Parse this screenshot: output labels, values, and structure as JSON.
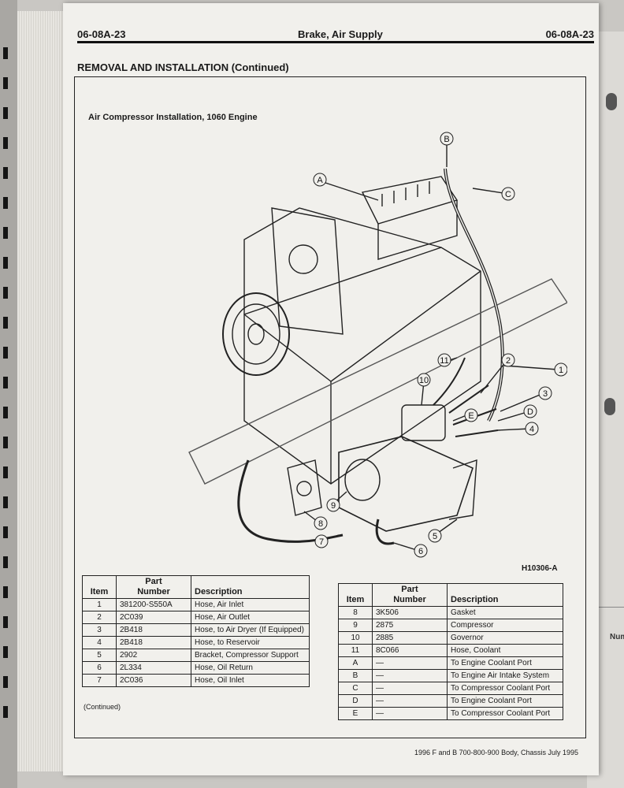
{
  "header": {
    "code_left": "06-08A-23",
    "title": "Brake, Air Supply",
    "code_right": "06-08A-23"
  },
  "section_title": "REMOVAL AND INSTALLATION (Continued)",
  "figure": {
    "title": "Air Compressor Installation, 1060 Engine",
    "code": "H10306-A",
    "letter_callouts": [
      "A",
      "B",
      "C",
      "D",
      "E"
    ],
    "number_callouts": [
      "1",
      "2",
      "3",
      "4",
      "5",
      "6",
      "7",
      "8",
      "9",
      "10",
      "11"
    ]
  },
  "columns": {
    "item": "Item",
    "part_number_1": "Part",
    "part_number_2": "Number",
    "description": "Description"
  },
  "left_parts": [
    {
      "item": "1",
      "part": "381200-S550A",
      "desc": "Hose, Air Inlet"
    },
    {
      "item": "2",
      "part": "2C039",
      "desc": "Hose, Air Outlet"
    },
    {
      "item": "3",
      "part": "2B418",
      "desc": "Hose, to Air Dryer (If Equipped)"
    },
    {
      "item": "4",
      "part": "2B418",
      "desc": "Hose, to Reservoir"
    },
    {
      "item": "5",
      "part": "2902",
      "desc": "Bracket, Compressor Support"
    },
    {
      "item": "6",
      "part": "2L334",
      "desc": "Hose, Oil Return"
    },
    {
      "item": "7",
      "part": "2C036",
      "desc": "Hose, Oil Inlet"
    }
  ],
  "right_parts": [
    {
      "item": "8",
      "part": "3K506",
      "desc": "Gasket"
    },
    {
      "item": "9",
      "part": "2875",
      "desc": "Compressor"
    },
    {
      "item": "10",
      "part": "2885",
      "desc": "Governor"
    },
    {
      "item": "11",
      "part": "8C066",
      "desc": "Hose, Coolant"
    },
    {
      "item": "A",
      "part": "—",
      "desc": "To Engine Coolant Port"
    },
    {
      "item": "B",
      "part": "—",
      "desc": "To Engine Air Intake System"
    },
    {
      "item": "C",
      "part": "—",
      "desc": "To Compressor Coolant Port"
    },
    {
      "item": "D",
      "part": "—",
      "desc": "To Engine Coolant Port"
    },
    {
      "item": "E",
      "part": "—",
      "desc": "To Compressor Coolant Port"
    }
  ],
  "continued": "(Continued)",
  "footer": "1996 F and B 700-800-900 Body, Chassis July 1995",
  "next_page_fragment": "Num"
}
